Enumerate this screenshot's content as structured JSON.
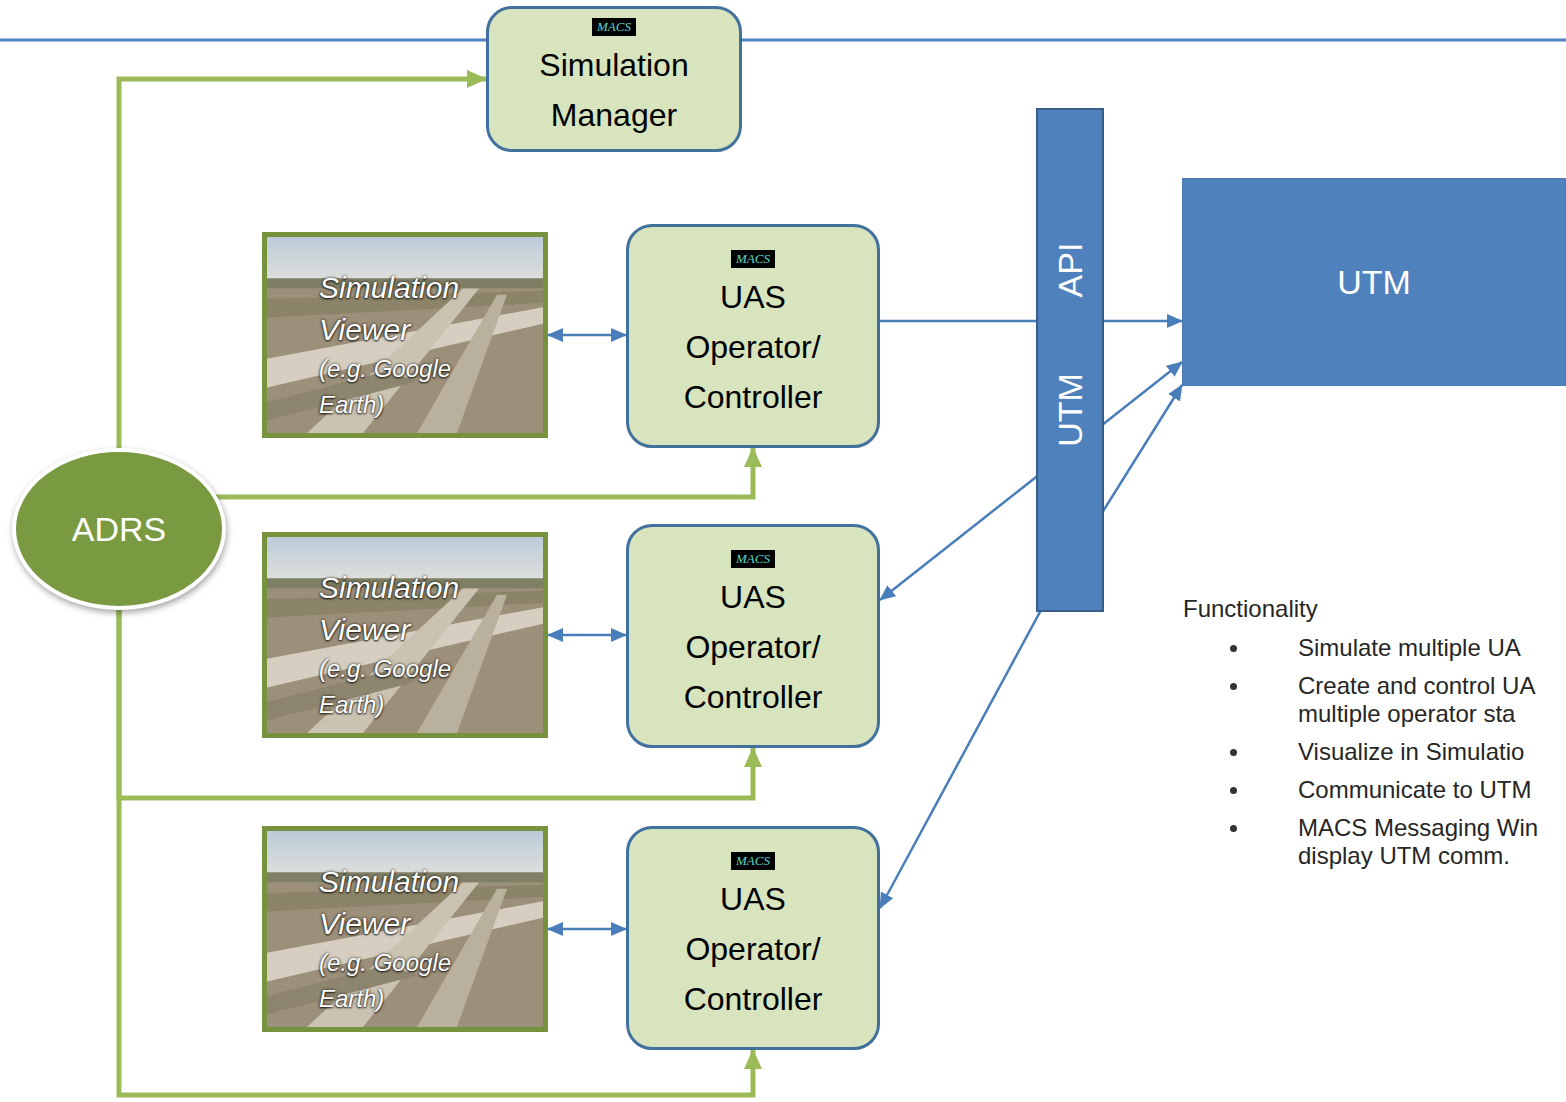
{
  "diagram": {
    "nodes": [
      {
        "text": [
          "MACS",
          "Simulation Manager"
        ]
      },
      {
        "text": [
          "Simulation Viewer",
          "(e.g. Google Earth)"
        ]
      },
      {
        "text": [
          "MACS",
          "UAS Operator/ Controller"
        ]
      },
      {
        "text": [
          "UTM",
          "API"
        ]
      },
      {
        "text": [
          "UTM"
        ]
      },
      {
        "text": [
          "ADRS"
        ]
      },
      {
        "text": [
          "Simulation Viewer",
          "(e.g. Google Earth)"
        ]
      },
      {
        "text": [
          "MACS",
          "UAS Operator/ Controller"
        ]
      },
      {
        "text": [
          "Simulation Viewer",
          "(e.g. Google Earth)"
        ]
      },
      {
        "text": [
          "MACS",
          "UAS Operator/ Controller"
        ]
      }
    ],
    "edges": [
      {
        "from": 5,
        "to": 0,
        "arrow": "to"
      },
      {
        "from": 5,
        "to": 2,
        "arrow": "to"
      },
      {
        "from": 5,
        "to": 7,
        "arrow": "to"
      },
      {
        "from": 5,
        "to": 9,
        "arrow": "to"
      },
      {
        "from": 1,
        "to": 2,
        "arrow": "both"
      },
      {
        "from": 6,
        "to": 7,
        "arrow": "both"
      },
      {
        "from": 8,
        "to": 9,
        "arrow": "both"
      },
      {
        "from": 2,
        "to": 4,
        "arrow": "to"
      },
      {
        "from": 7,
        "to": 4,
        "arrow": "both"
      },
      {
        "from": 9,
        "to": 4,
        "arrow": "both"
      }
    ],
    "labels": [
      "Functionality",
      "Simulate multiple UA",
      "Create and control UA multiple operator sta",
      "Visualize in Simulatio",
      "Communicate to UTM",
      "MACS Messaging Win display UTM comm."
    ]
  }
}
